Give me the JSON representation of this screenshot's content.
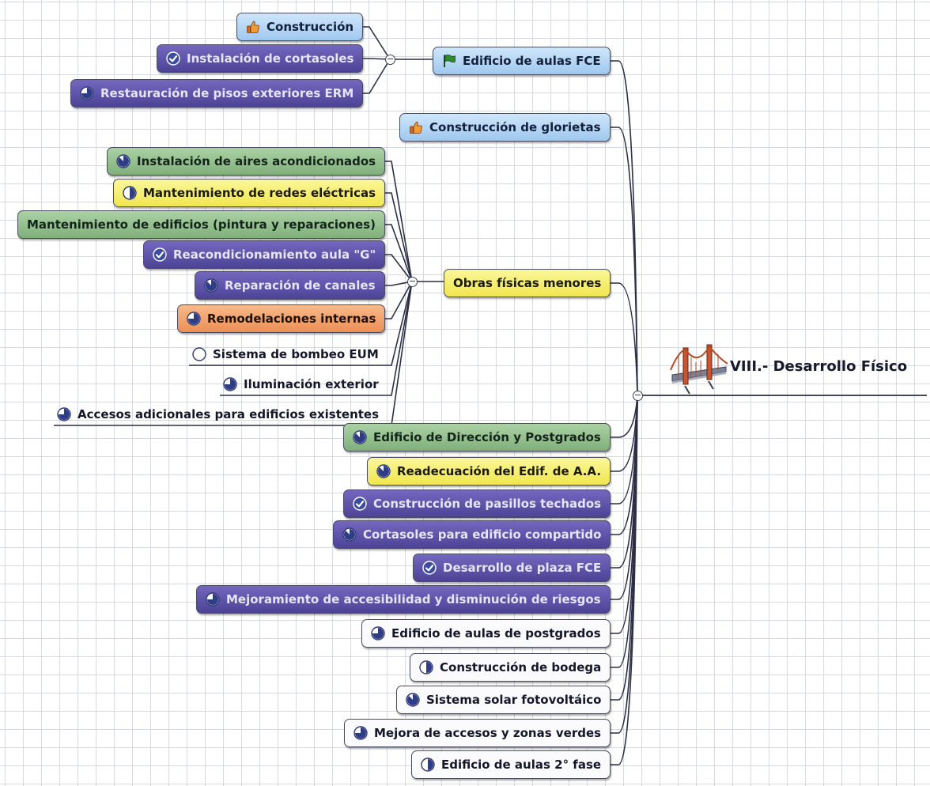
{
  "central": {
    "label": "VIII.- Desarrollo Físico",
    "icon": "bridge-icon"
  },
  "branches": [
    {
      "label": "Edificio de aulas FCE",
      "color": "blue",
      "icon": "flag-icon",
      "children": [
        {
          "label": "Construcción",
          "color": "blue",
          "icon": "thumbs-up-icon"
        },
        {
          "label": "Instalación de cortasoles",
          "color": "purple",
          "icon": "checkmark-icon"
        },
        {
          "label": "Restauración de pisos exteriores ERM",
          "color": "purple",
          "icon": "progress-75-icon"
        }
      ]
    },
    {
      "label": "Construcción de glorietas",
      "color": "blue",
      "icon": "thumbs-up-icon"
    },
    {
      "label": "Obras físicas menores",
      "color": "yellow",
      "icon": "",
      "children": [
        {
          "label": "Instalación de aires acondicionados",
          "color": "green",
          "icon": "progress-88-icon"
        },
        {
          "label": "Mantenimiento de redes eléctricas",
          "color": "yellow",
          "icon": "progress-50-icon"
        },
        {
          "label": "Mantenimiento de edificios (pintura y reparaciones)",
          "color": "green",
          "icon": ""
        },
        {
          "label": "Reacondicionamiento aula \"G\"",
          "color": "purple",
          "icon": "checkmark-icon"
        },
        {
          "label": "Reparación de canales",
          "color": "purple",
          "icon": "progress-88-icon"
        },
        {
          "label": "Remodelaciones internas",
          "color": "orange",
          "icon": "progress-75-icon"
        },
        {
          "label": "Sistema de bombeo EUM",
          "color": "plain",
          "icon": "progress-0-icon"
        },
        {
          "label": "Iluminación exterior",
          "color": "plain",
          "icon": "progress-75-icon"
        },
        {
          "label": "Accesos adicionales para edificios existentes",
          "color": "plain",
          "icon": "progress-75-icon"
        }
      ]
    },
    {
      "label": "Edificio de Dirección y Postgrados",
      "color": "green",
      "icon": "progress-88-icon"
    },
    {
      "label": "Readecuación del Edif. de A.A.",
      "color": "yellow",
      "icon": "progress-88-icon"
    },
    {
      "label": "Construcción de pasillos techados",
      "color": "purple",
      "icon": "checkmark-icon"
    },
    {
      "label": "Cortasoles para edificio compartido",
      "color": "purple",
      "icon": "progress-88-icon"
    },
    {
      "label": "Desarrollo de plaza FCE",
      "color": "purple",
      "icon": "checkmark-icon"
    },
    {
      "label": "Mejoramiento de accesibilidad y disminución de riesgos",
      "color": "purple",
      "icon": "progress-75-icon"
    },
    {
      "label": "Edificio de aulas de postgrados",
      "color": "white",
      "icon": "progress-75-icon"
    },
    {
      "label": "Construcción de bodega",
      "color": "white",
      "icon": "progress-50-icon"
    },
    {
      "label": "Sistema solar fotovoltáico",
      "color": "white",
      "icon": "progress-88-icon"
    },
    {
      "label": "Mejora de accesos y zonas verdes",
      "color": "white",
      "icon": "progress-75-icon"
    },
    {
      "label": "Edificio de aulas 2° fase",
      "color": "white",
      "icon": "progress-50-icon"
    }
  ],
  "colors": {
    "blue": "#b9d8f6",
    "purple": "#5e54ac",
    "green": "#96c18f",
    "yellow": "#f6ef6c",
    "orange": "#f2a06e",
    "white": "#fbfbfd",
    "connector": "#2c2f45",
    "icon_fill": "#2e3d86"
  }
}
